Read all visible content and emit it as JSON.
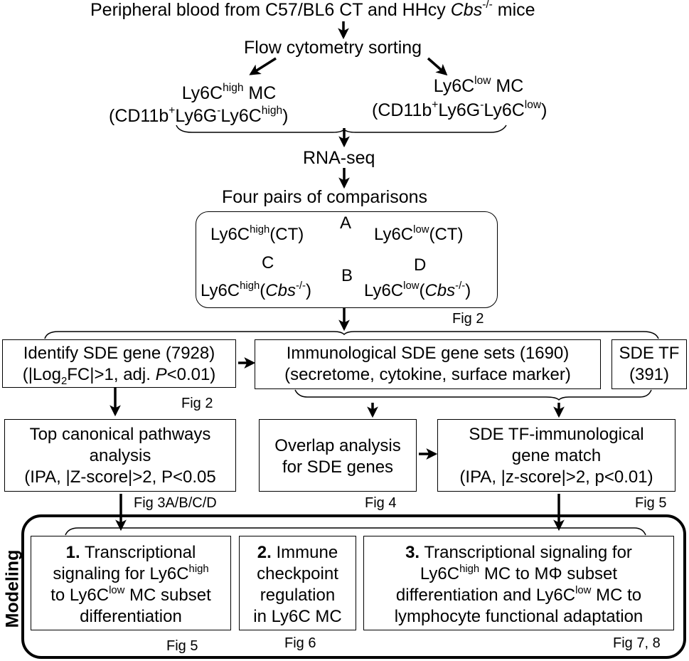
{
  "header": {
    "source_prefix": "Peripheral blood from C57/BL6 CT and HHcy ",
    "source_gene": "Cbs",
    "source_sup": "-/-",
    "source_suffix": " mice",
    "sorting": "Flow cytometry sorting"
  },
  "populations": {
    "high": {
      "base": "Ly6C",
      "sup": "high",
      "suffix": " MC",
      "marker_a": "(CD11b",
      "marker_b": "Ly6G",
      "marker_c": "Ly6C",
      "marker_c_sup": "high",
      "close": ")"
    },
    "low": {
      "base": "Ly6C",
      "sup": "low",
      "suffix": " MC",
      "marker_a": "(CD11b",
      "marker_b": "Ly6G",
      "marker_c": "Ly6C",
      "marker_c_sup": "low",
      "close": ")"
    },
    "plus": "+",
    "minus": "-"
  },
  "rnaseq": "RNA-seq",
  "comparisons": {
    "title": "Four pairs of comparisons",
    "tl": {
      "base": "Ly6C",
      "sup": "high",
      "tail": "(CT)"
    },
    "tr": {
      "base": "Ly6C",
      "sup": "low",
      "tail": "(CT)"
    },
    "bl": {
      "base": "Ly6C",
      "sup": "high",
      "open": "(",
      "gene": "Cbs",
      "gene_sup": "-/-",
      "close": ")"
    },
    "br": {
      "base": "Ly6C",
      "sup": "low",
      "open": "(",
      "gene": "Cbs",
      "gene_sup": "-/-",
      "close": ")"
    },
    "label_a": "A",
    "label_b": "B",
    "label_c": "C",
    "label_d": "D",
    "fig": "Fig 2"
  },
  "row1": {
    "identify": {
      "line1": "Identify SDE gene (7928)",
      "line2_a": "(|Log",
      "line2_sub": "2",
      "line2_b": "FC|>1, adj. ",
      "line2_p": "P",
      "line2_c": "<0.01)",
      "fig": "Fig 2"
    },
    "immuno": {
      "line1": "Immunological SDE gene sets (1690)",
      "line2": "(secretome, cytokine, surface marker)"
    },
    "tf": {
      "line1": "SDE TF",
      "line2": "(391)"
    }
  },
  "row2": {
    "pathways": {
      "line1": "Top canonical pathways",
      "line2": "analysis",
      "line3": "(IPA, |Z-score|>2, P<0.05",
      "fig": "Fig 3A/B/C/D"
    },
    "overlap": {
      "line1": "Overlap analysis",
      "line2": "for SDE genes",
      "fig": "Fig 4"
    },
    "match": {
      "line1": "SDE TF-immunological",
      "line2": "gene match",
      "line3": "(IPA, |z-score|>2, p<0.01)",
      "fig": "Fig 5"
    }
  },
  "modeling": {
    "label": "Modeling",
    "m1": {
      "num": "1.",
      "l1": " Transcriptional",
      "l2_a": "signaling for Ly6C",
      "l2_sup": "high",
      "l3_a": "to Ly6C",
      "l3_sup": "low",
      "l3_b": " MC subset",
      "l4": "differentiation",
      "fig": "Fig 5"
    },
    "m2": {
      "num": "2.",
      "l1": " Immune",
      "l2": "checkpoint",
      "l3": "regulation",
      "l4": "in Ly6C MC",
      "fig": "Fig 6"
    },
    "m3": {
      "num": "3.",
      "l1": " Transcriptional signaling for",
      "l2_a": "Ly6C",
      "l2_sup": "high",
      "l2_b": " MC to MΦ subset",
      "l3_a": "differentiation and Ly6C",
      "l3_sup": "low",
      "l3_b": " MC to",
      "l4": "lymphocyte functional adaptation",
      "fig": "Fig 7, 8"
    }
  }
}
